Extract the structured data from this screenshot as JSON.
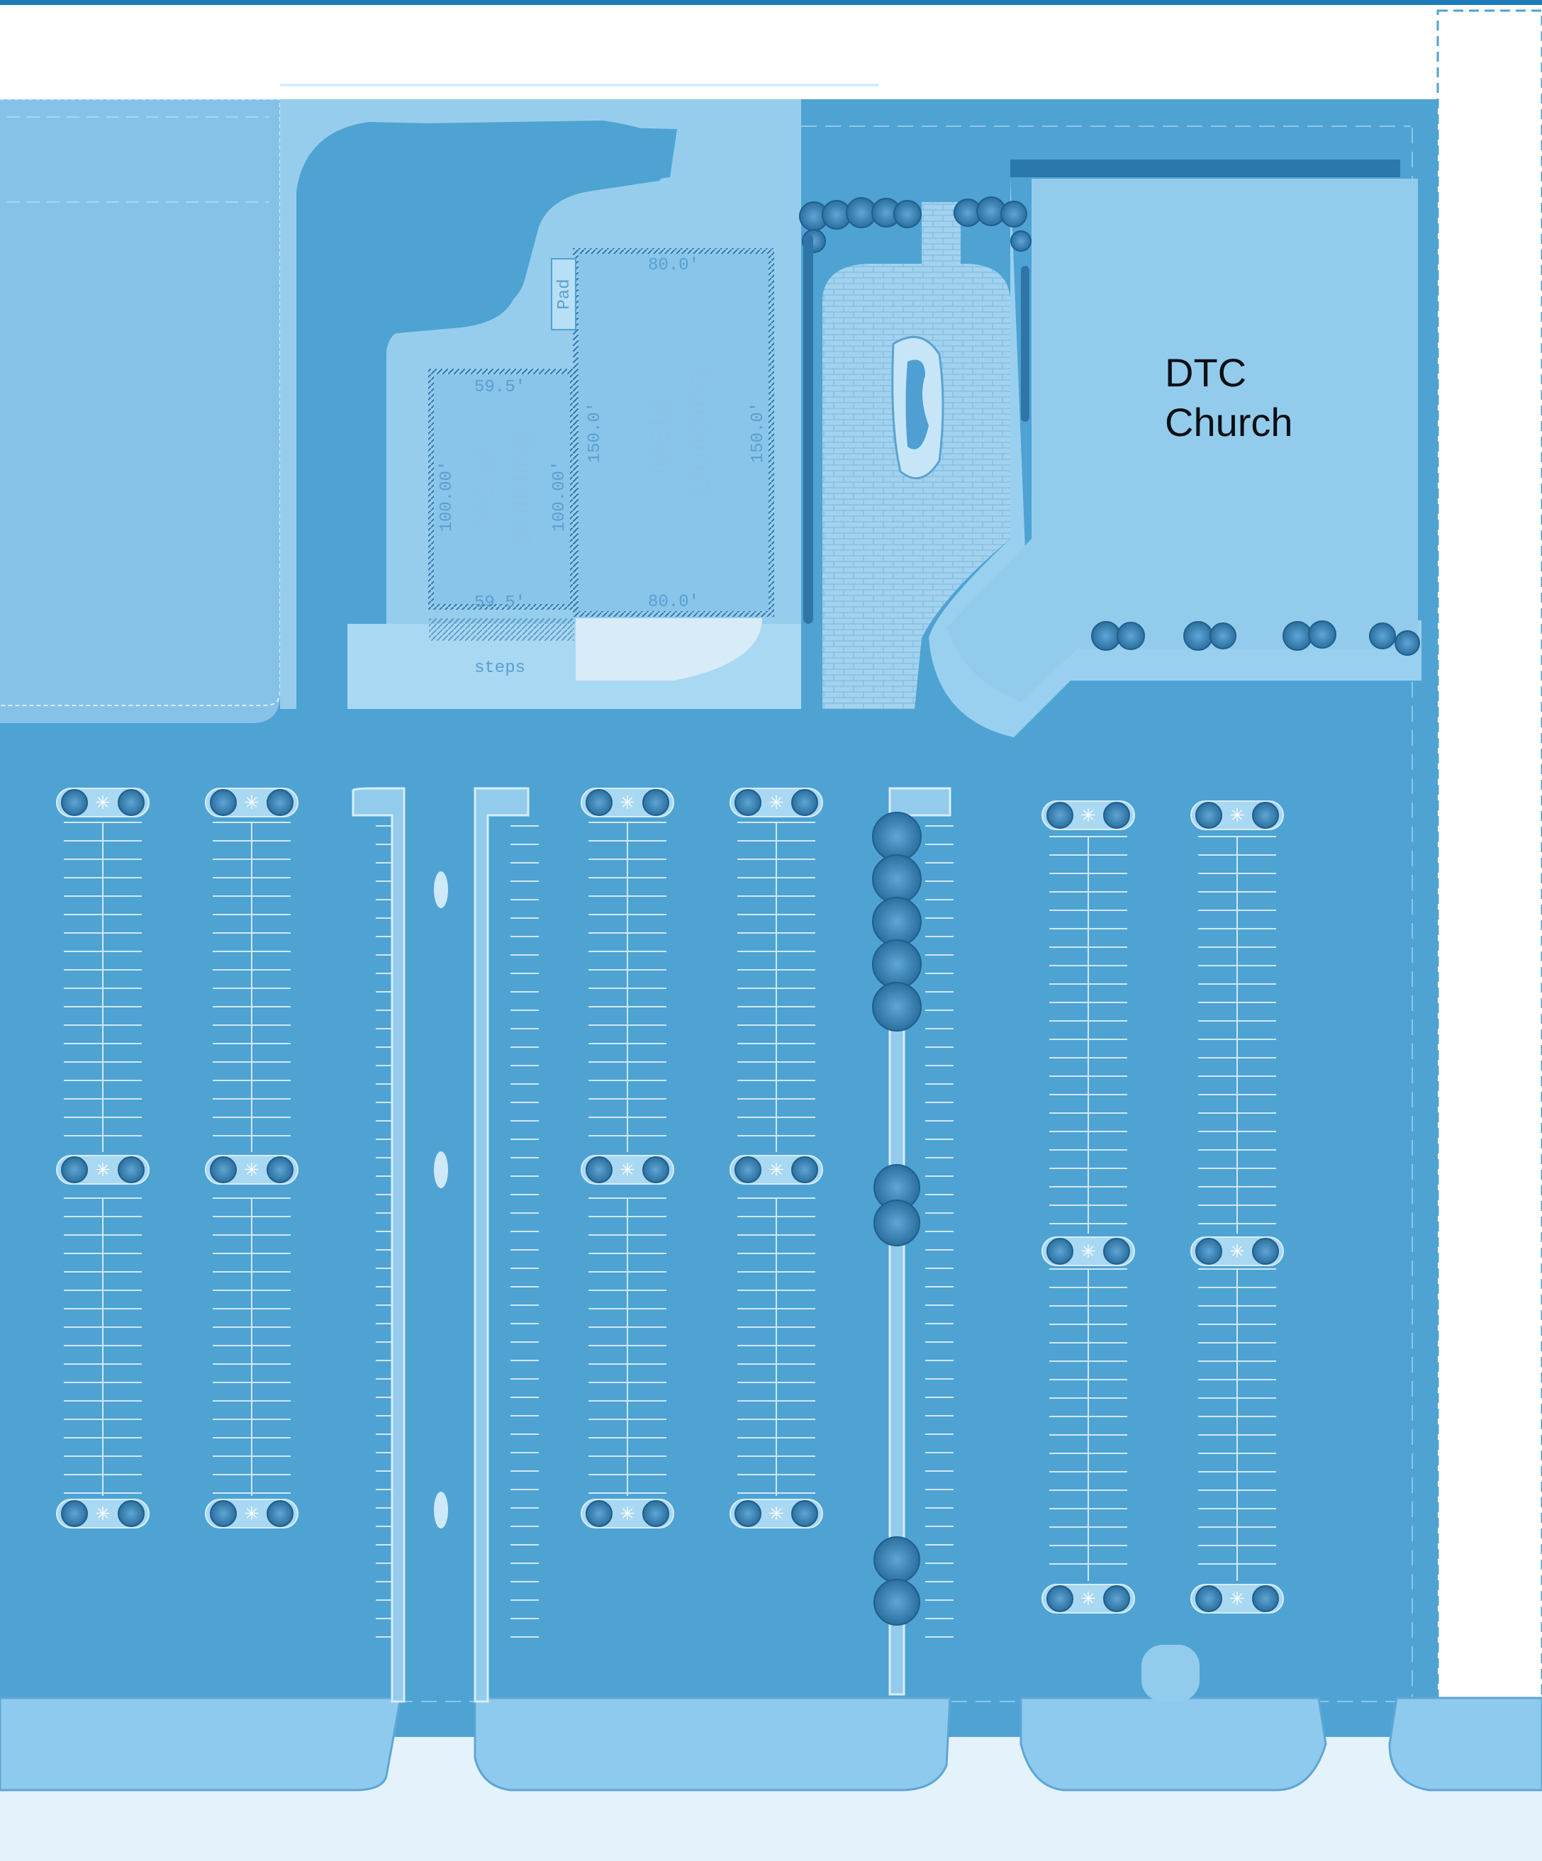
{
  "church": {
    "line1": "DTC",
    "line2": "Church"
  },
  "building_left": {
    "line1": "Metal",
    "line2": "Building",
    "dim_top": "59.5'",
    "dim_bottom": "59.5'",
    "dim_left": "100.00'",
    "dim_right": "100.00'"
  },
  "building_right": {
    "line1": "Metal",
    "line2": "Building",
    "dim_top": "80.0'",
    "dim_bottom": "80.0'",
    "dim_left": "150.0'",
    "dim_right": "150.0'"
  },
  "pad_label": "Pad",
  "steps_label": "steps",
  "colors": {
    "background": "#ffffff",
    "lot": "#4ea3d3",
    "landscape": "#97cdec",
    "field": "#86c2e8",
    "building": "#89c4ea",
    "island": "#a9d8f3",
    "tree": "#3a86b8",
    "bottom_strip": "#e4f2fb",
    "top_bar": "#1d7bb8"
  }
}
